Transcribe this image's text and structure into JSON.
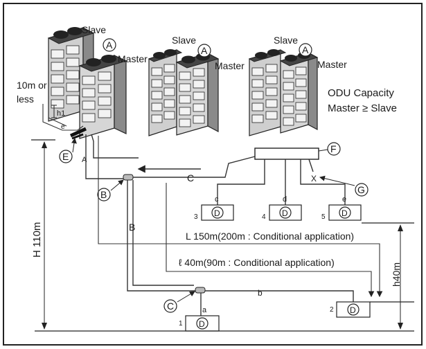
{
  "outdoor_units": [
    {
      "slave": "Slave",
      "master": "Master",
      "marker": "A"
    },
    {
      "slave": "Slave",
      "master": "Master",
      "marker": "A"
    },
    {
      "slave": "Slave",
      "master": "Master",
      "marker": "A"
    }
  ],
  "capacity_note": {
    "line1": "ODU Capacity",
    "line2": "Master ≥ Slave"
  },
  "oil_trap": {
    "line1": "10m or",
    "line2": "less",
    "h1": "h1",
    "e": "e"
  },
  "markers": {
    "B": "B",
    "C": "C",
    "D": "D",
    "E": "E",
    "F": "F",
    "G": "G"
  },
  "pipe_labels": {
    "A": "A",
    "B": "B",
    "C": "C",
    "a": "a",
    "b": "b",
    "c": "c",
    "d": "d",
    "e": "e",
    "X": "X"
  },
  "indoor_units": [
    {
      "number": "1",
      "label": "D"
    },
    {
      "number": "2",
      "label": "D"
    },
    {
      "number": "3",
      "label": "D"
    },
    {
      "number": "4",
      "label": "D"
    },
    {
      "number": "5",
      "label": "D"
    }
  ],
  "dimensions": {
    "H": "H 110m",
    "h": "h40m",
    "L": "L 150m(200m : Conditional application)",
    "l": "ℓ 40m(90m : Conditional application)"
  }
}
